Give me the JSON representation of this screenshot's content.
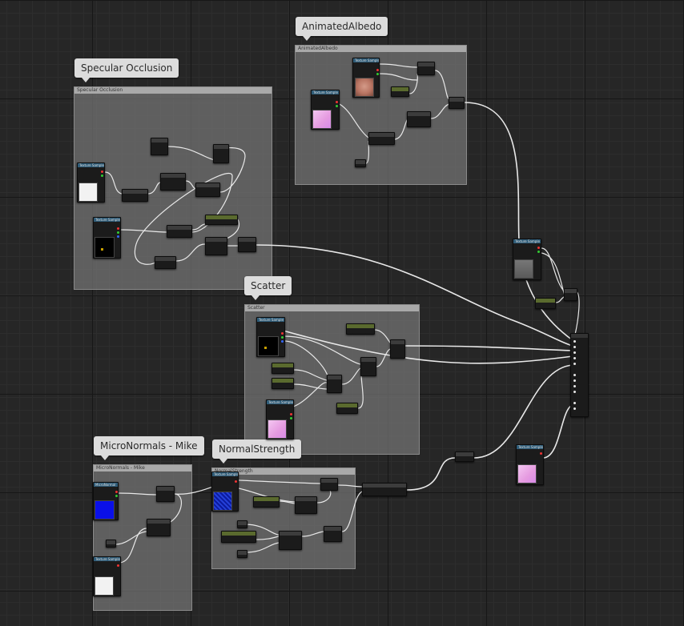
{
  "groups": {
    "specular_occlusion": {
      "bubble": "Specular Occlusion",
      "title": "Specular Occlusion"
    },
    "animated_albedo": {
      "bubble": "AnimatedAlbedo",
      "title": "AnimatedAlbedo"
    },
    "scatter": {
      "bubble": "Scatter",
      "title": "Scatter"
    },
    "micronormals": {
      "bubble": "MicroNormals - Mike",
      "title": "MicroNormals - Mike"
    },
    "normal_strength": {
      "bubble": "NormalStrength",
      "title": "NormalStrength"
    }
  },
  "colors": {
    "background": "#262626",
    "comment_box": "#767676",
    "node_body": "#1b1b1b",
    "wire": "#e8e8e8",
    "param_header": "#5a6a2e",
    "texture_header": "#2f5c78"
  },
  "icons": {
    "texture_pin_red": "red",
    "texture_pin_green": "green",
    "texture_pin_blue": "blue"
  }
}
